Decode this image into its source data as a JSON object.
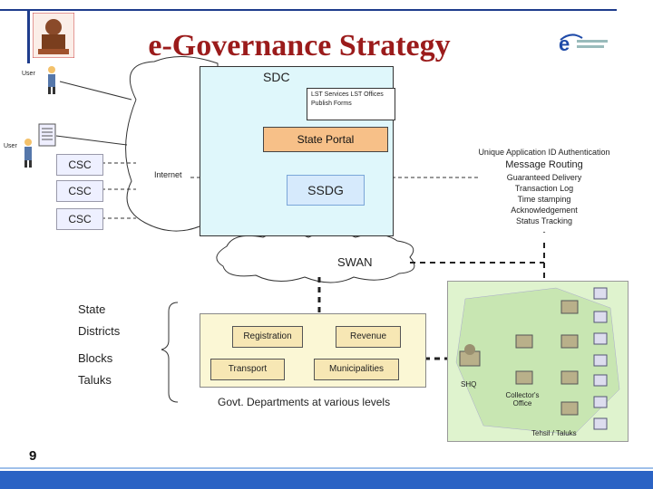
{
  "header": {
    "title": "e-Governance Strategy"
  },
  "users": [
    "User",
    "User"
  ],
  "sdc": {
    "label": "SDC",
    "services": "LST Services LST Offices Publish Forms",
    "portal": "State Portal",
    "gateway": "SSDG"
  },
  "csc": [
    "CSC",
    "CSC",
    "CSC"
  ],
  "internet": "Internet",
  "gateway_features": {
    "auth": "Unique Application ID Authentication",
    "routing": "Message Routing",
    "list": [
      "Guaranteed Delivery",
      "Transaction Log",
      "Time stamping",
      "Acknowledgement",
      "Status Tracking",
      "-"
    ]
  },
  "swan": "SWAN",
  "levels": [
    "State",
    "Districts",
    "Blocks",
    "Taluks"
  ],
  "departments": {
    "items": [
      "Registration",
      "Revenue",
      "Transport",
      "Municipalities"
    ],
    "caption": "Govt. Departments at various levels"
  },
  "network": {
    "shq": "SHQ",
    "collector": "Collector's Office",
    "tehsil": "Tehsil / Taluks"
  },
  "page_number": "9",
  "colors": {
    "title": "#9b1b1b",
    "accent": "#2b63c4",
    "sdc_bg": "#dff7fb",
    "portal": "#f7c088"
  }
}
